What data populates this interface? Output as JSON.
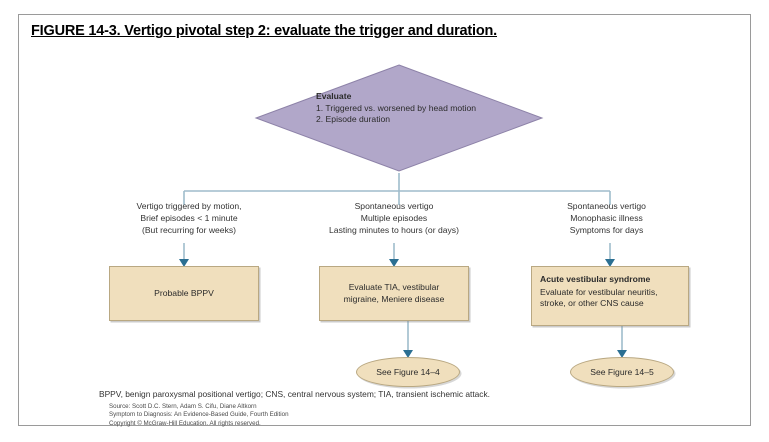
{
  "figure": {
    "title": "FIGURE 14-3. Vertigo pivotal step 2: evaluate the trigger and duration."
  },
  "colors": {
    "pivot_fill": "#b1a7c9",
    "pivot_stroke": "#8d82a8",
    "box_fill": "#f0dfbd",
    "box_stroke": "#b9a882",
    "connector": "#9fbccb",
    "arrow": "#2b6f92",
    "frame_border": "#9a9a9a"
  },
  "pivot": {
    "heading": "Evaluate",
    "items": [
      "1. Triggered vs. worsened by head motion",
      "2. Episode duration"
    ]
  },
  "branches": [
    {
      "id": "left",
      "caption": [
        "Vertigo triggered by motion,",
        "Brief episodes < 1 minute",
        "(But recurring for weeks)"
      ],
      "box": {
        "heading": "",
        "lines": [
          "Probable BPPV"
        ]
      },
      "terminal": ""
    },
    {
      "id": "middle",
      "caption": [
        "Spontaneous vertigo",
        "Multiple episodes",
        "Lasting minutes to hours (or days)"
      ],
      "box": {
        "heading": "",
        "lines": [
          "Evaluate TIA, vestibular",
          "migraine, Meniere disease"
        ]
      },
      "terminal": "See Figure 14–4"
    },
    {
      "id": "right",
      "caption": [
        "Spontaneous vertigo",
        "Monophasic illness",
        "Symptoms for days"
      ],
      "box": {
        "heading": "Acute vestibular syndrome",
        "lines": [
          "Evaluate for vestibular neuritis,",
          "stroke, or other CNS cause"
        ]
      },
      "terminal": "See Figure 14–5"
    }
  ],
  "footer": {
    "abbreviations": "BPPV, benign paroxysmal positional vertigo; CNS, central nervous system; TIA, transient ischemic attack.",
    "source_lines": [
      "Source: Scott D.C. Stern, Adam S. Cifu, Diane Altkorn",
      "Symptom to Diagnosis: An Evidence-Based Guide, Fourth Edition",
      "Copyright © McGraw-Hill Education. All rights reserved."
    ]
  }
}
